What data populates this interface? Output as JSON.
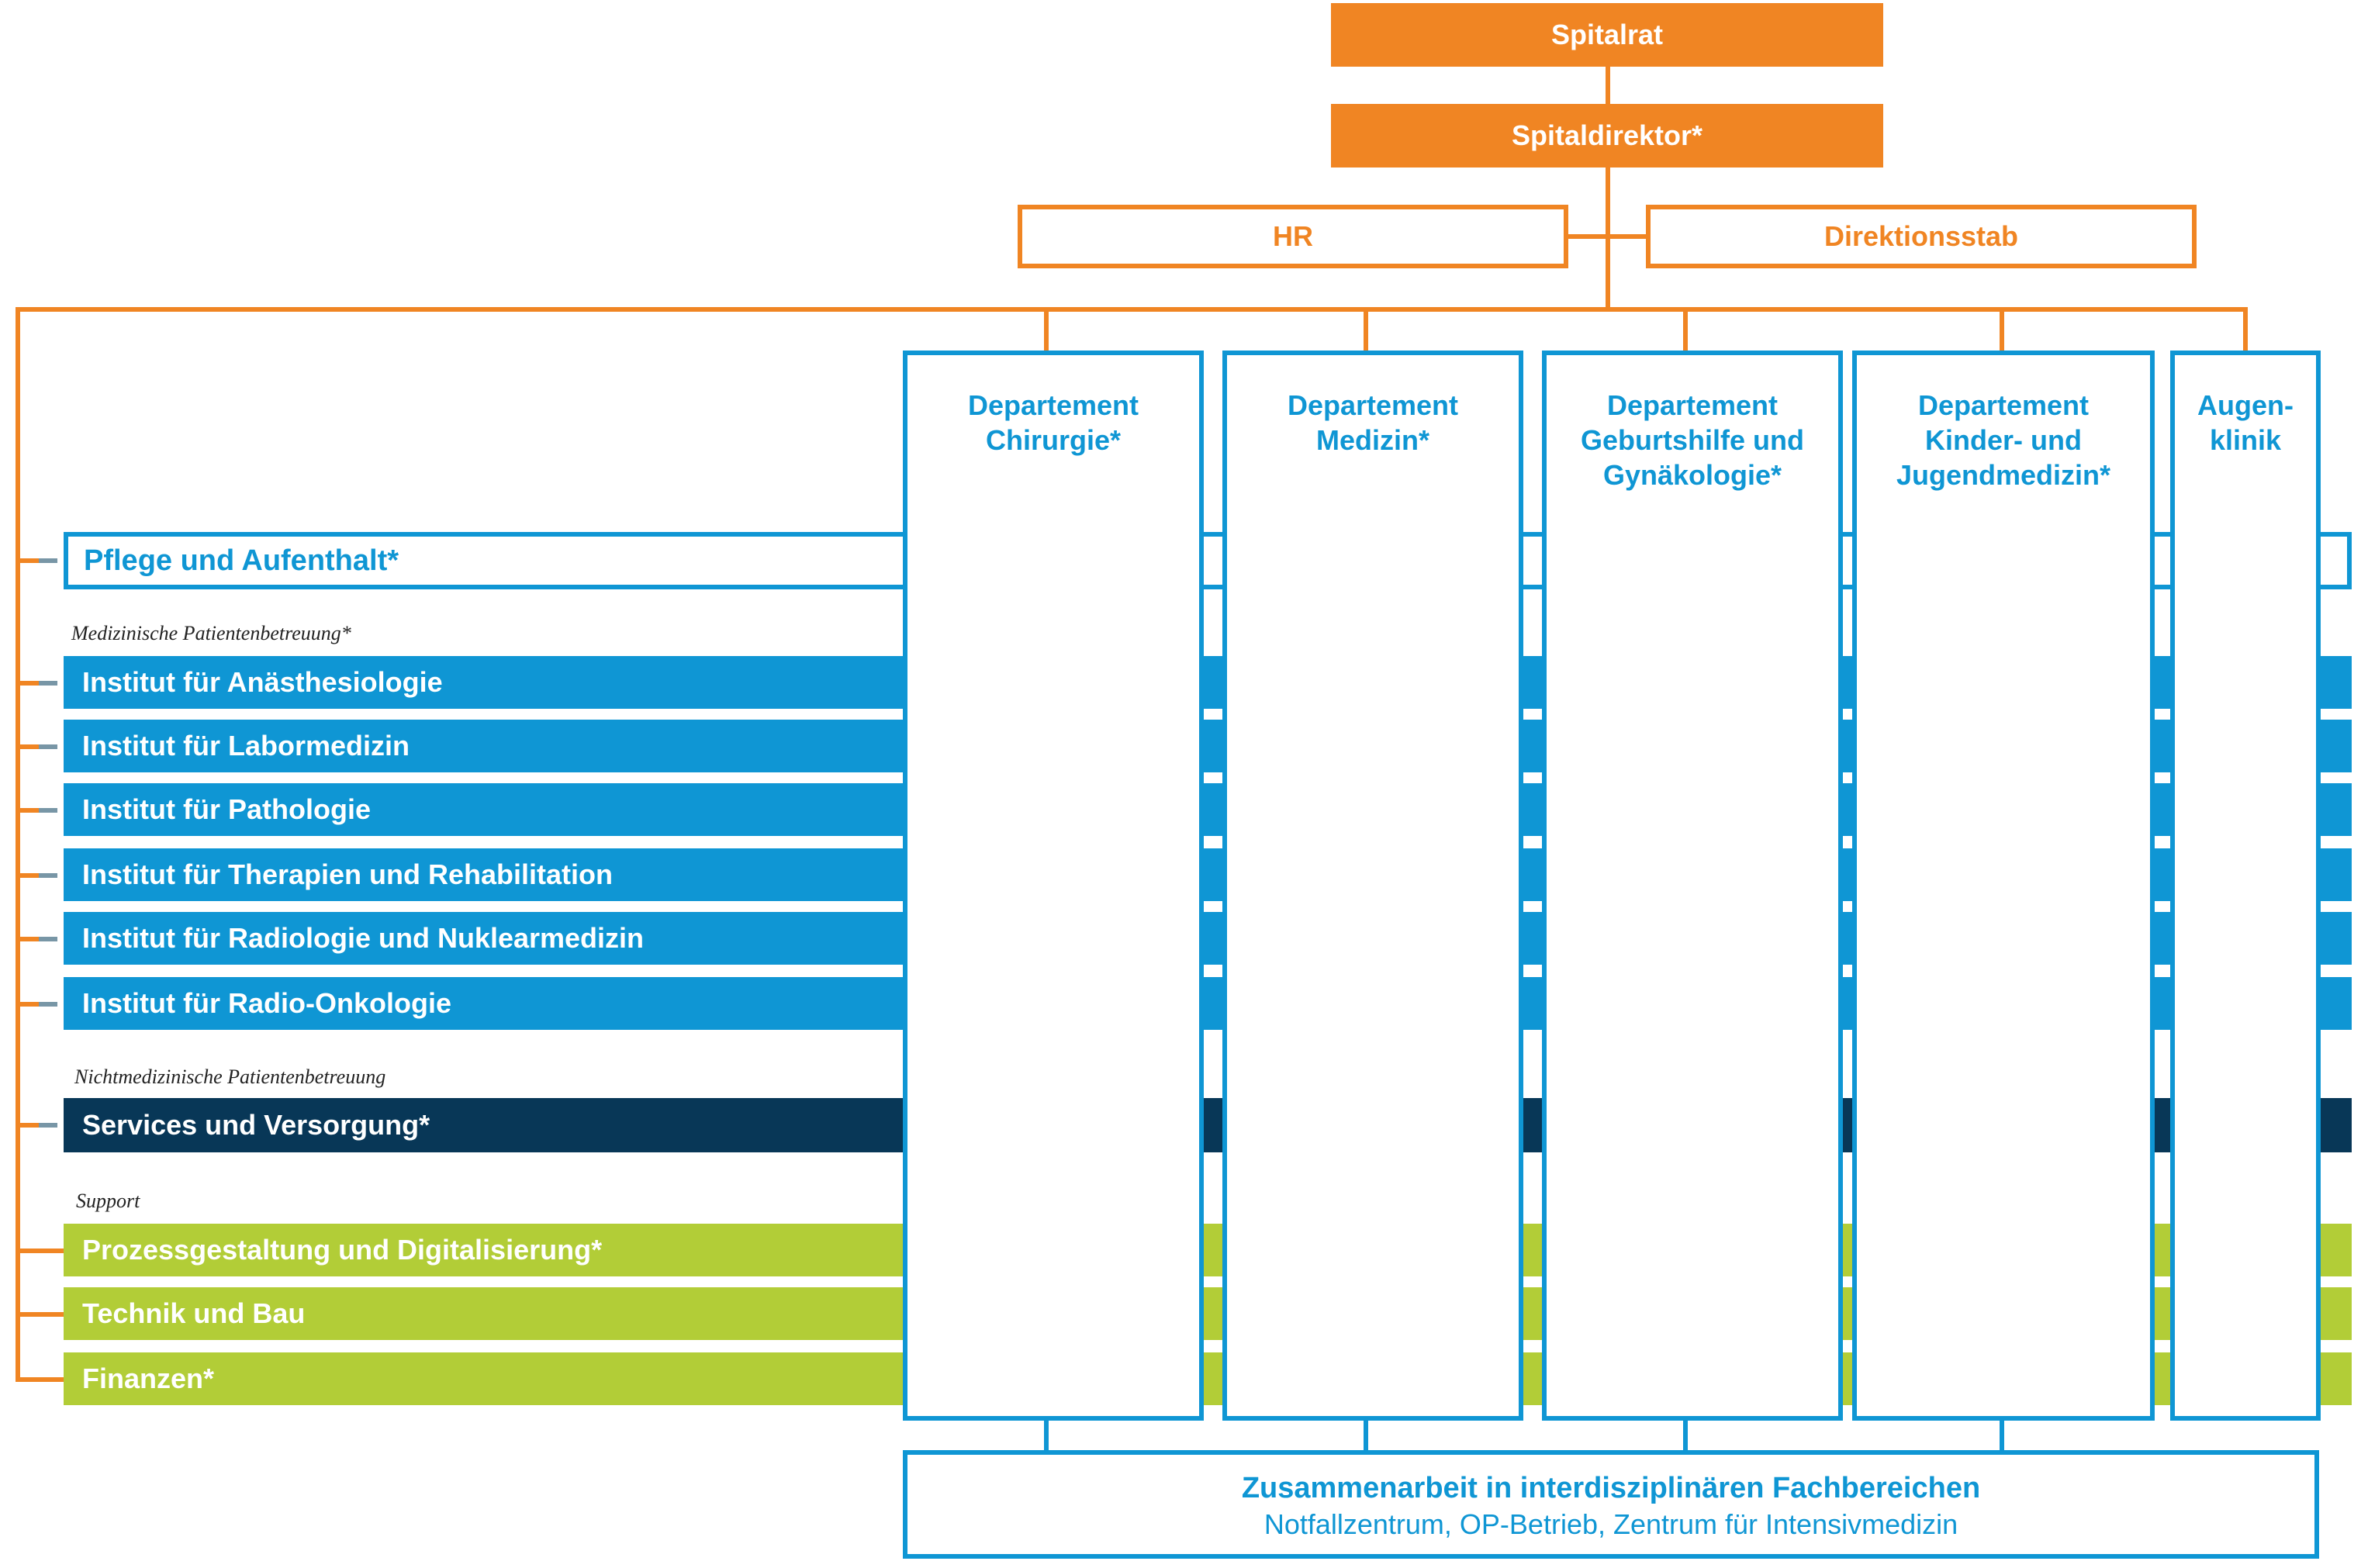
{
  "governance": {
    "board": "Spitalrat",
    "director": "Spitaldirektor*",
    "hr": "HR",
    "staff": "Direktionsstab"
  },
  "departments": [
    "Departement Chirurgie*",
    "Departement Medizin*",
    "Departement Geburtshilfe und Gynäkologie*",
    "Departement Kinder- und Jugendmedizin*",
    "Augen-klinik"
  ],
  "departments_display": [
    [
      "Departement",
      "Chirurgie*"
    ],
    [
      "Departement",
      "Medizin*"
    ],
    [
      "Departement",
      "Geburtshilfe und",
      "Gynäkologie*"
    ],
    [
      "Departement",
      "Kinder- und",
      "Jugendmedizin*"
    ],
    [
      "Augen-",
      "klinik"
    ]
  ],
  "care": {
    "label": "Pflege und Aufenthalt*"
  },
  "sections": {
    "medical": "Medizinische Patientenbetreuung*",
    "nonmedical": "Nichtmedizinische Patientenbetreuung",
    "support": "Support"
  },
  "institutes": [
    "Institut für Anästhesiologie",
    "Institut für Labormedizin",
    "Institut für Pathologie",
    "Institut für Therapien und Rehabilitation",
    "Institut für Radiologie und Nuklearmedizin",
    "Institut für Radio-Onkologie"
  ],
  "services": "Services und Versorgung*",
  "support_units": [
    "Prozessgestaltung und Digitalisierung*",
    "Technik und Bau",
    "Finanzen*"
  ],
  "collaboration": {
    "title": "Zusammenarbeit in interdisziplinären Fachbereichen",
    "areas": "Notfallzentrum, OP-Betrieb, Zentrum für Intensivmedizin"
  },
  "colors": {
    "orange": "#f08523",
    "blue": "#0f96d4",
    "navy": "#083757",
    "green": "#b2cd37"
  }
}
